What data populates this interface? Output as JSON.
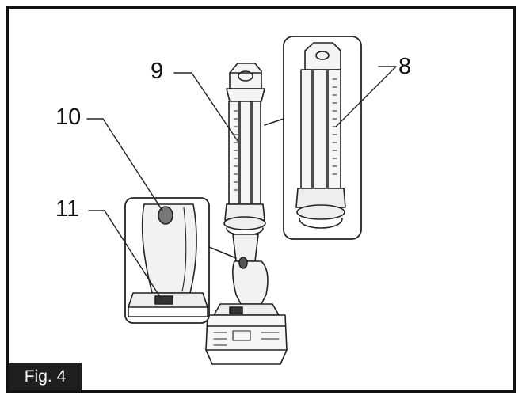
{
  "figure": {
    "caption": "Fig. 4",
    "callouts": [
      {
        "id": "callout-8",
        "text": "8"
      },
      {
        "id": "callout-9",
        "text": "9"
      },
      {
        "id": "callout-10",
        "text": "10"
      },
      {
        "id": "callout-11",
        "text": "11"
      }
    ]
  },
  "colors": {
    "ink": "#111111",
    "caption_bg": "#1e1e1e",
    "caption_text": "#ffffff",
    "body_fill": "#f2f2f2"
  }
}
